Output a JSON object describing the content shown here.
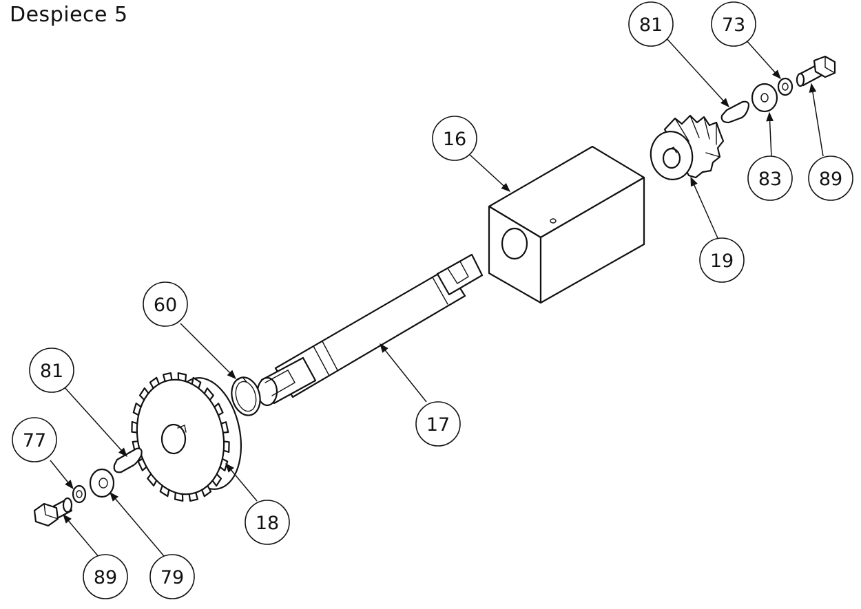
{
  "title": "Despiece 5",
  "balloons": [
    {
      "id": "b81-top",
      "label": "81"
    },
    {
      "id": "b73",
      "label": "73"
    },
    {
      "id": "b16",
      "label": "16"
    },
    {
      "id": "b83",
      "label": "83"
    },
    {
      "id": "b89-top",
      "label": "89"
    },
    {
      "id": "b19",
      "label": "19"
    },
    {
      "id": "b60",
      "label": "60"
    },
    {
      "id": "b81-bot",
      "label": "81"
    },
    {
      "id": "b17",
      "label": "17"
    },
    {
      "id": "b77",
      "label": "77"
    },
    {
      "id": "b18",
      "label": "18"
    },
    {
      "id": "b89-bot",
      "label": "89"
    },
    {
      "id": "b79",
      "label": "79"
    }
  ]
}
